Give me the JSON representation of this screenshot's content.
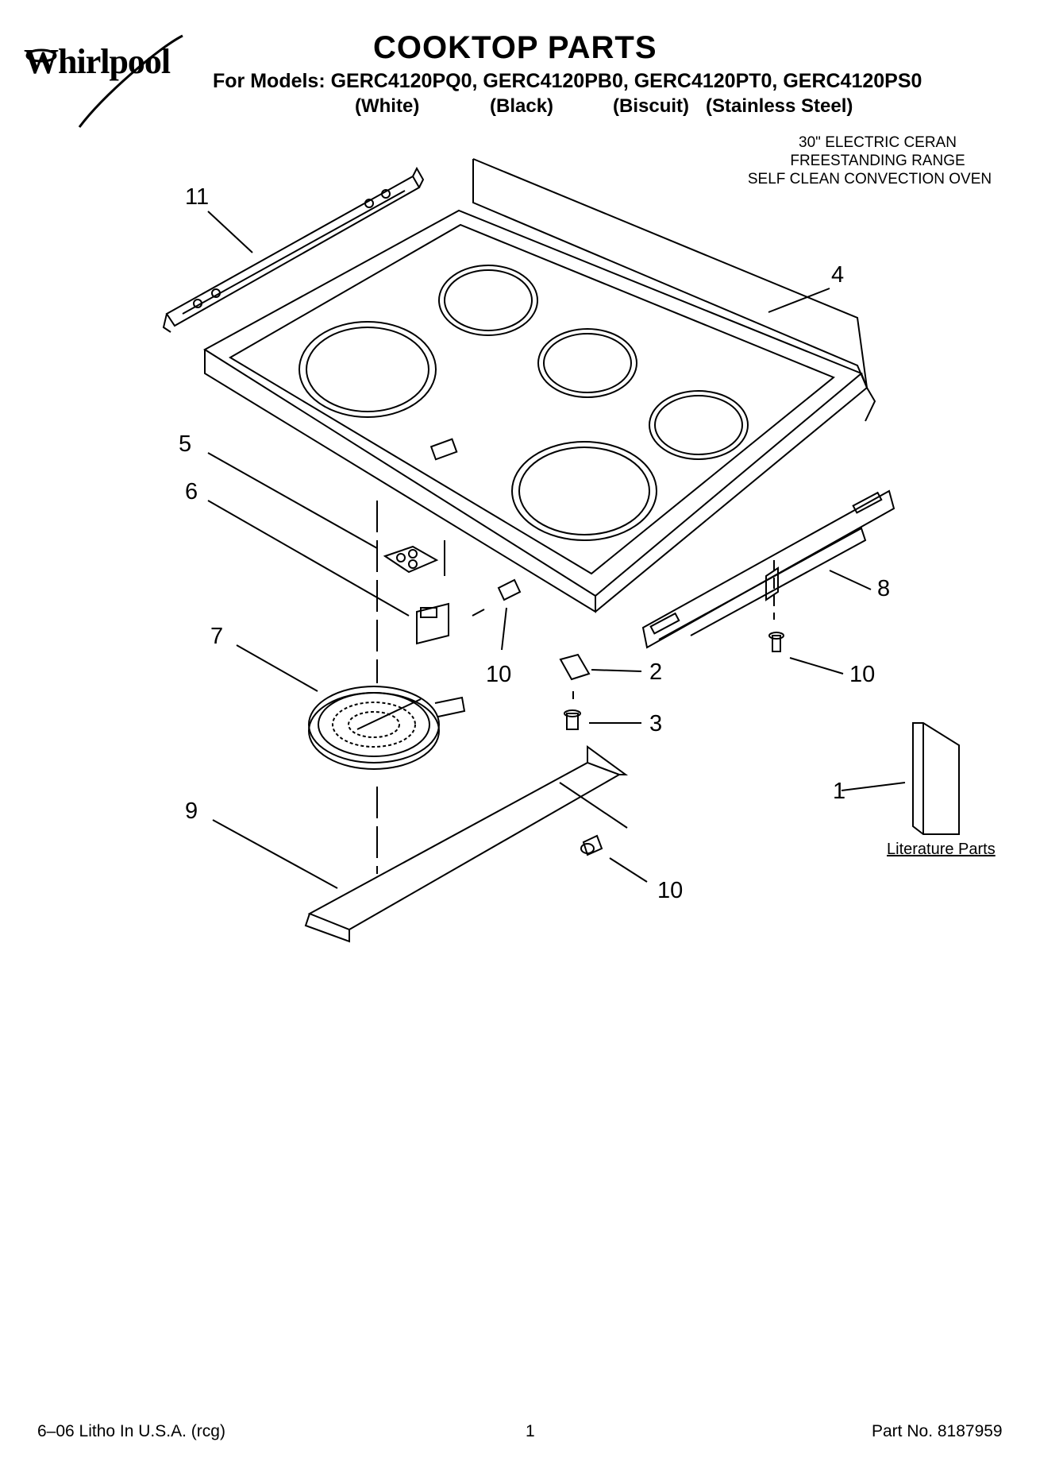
{
  "header": {
    "brand": "Whirlpool",
    "title": "COOKTOP PARTS",
    "models_line": "For Models: GERC4120PQ0, GERC4120PB0, GERC4120PT0, GERC4120PS0",
    "variants": [
      "(White)",
      "(Black)",
      "(Biscuit)",
      "(Stainless Steel)"
    ],
    "description": [
      "30\" ELECTRIC CERAN",
      "FREESTANDING RANGE",
      "SELF CLEAN CONVECTION OVEN"
    ]
  },
  "callouts": {
    "c11": "11",
    "c4": "4",
    "c5": "5",
    "c6": "6",
    "c7": "7",
    "c8": "8",
    "c9": "9",
    "c10a": "10",
    "c10b": "10",
    "c10c": "10",
    "c2": "2",
    "c3": "3",
    "c1": "1"
  },
  "literature_label": "Literature Parts",
  "footer": {
    "left": "6–06 Litho In U.S.A. (rcg)",
    "center": "1",
    "right": "Part No. 8187959"
  }
}
